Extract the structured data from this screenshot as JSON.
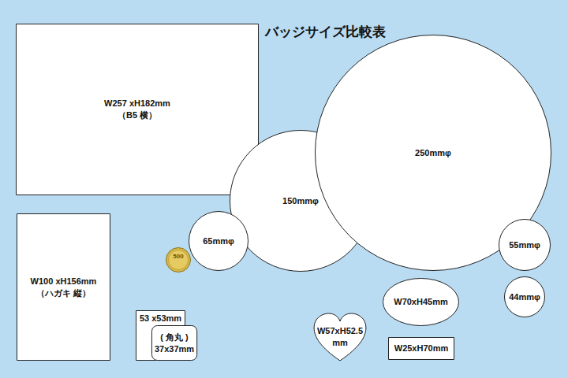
{
  "diagram": {
    "title": "バッジサイズ比較表",
    "nodes": [
      {
        "text": [
          "W257 xH182mm",
          "（B5 横）"
        ]
      },
      {
        "text": [
          "250mmφ"
        ]
      },
      {
        "text": [
          "150mmφ"
        ]
      },
      {
        "text": [
          "65mmφ"
        ]
      },
      {
        "text": [
          "55mmφ"
        ]
      },
      {
        "text": [
          "W100 xH156mm",
          "（ハガキ 縦）"
        ]
      },
      {
        "text": [
          "W70xH45mm"
        ]
      },
      {
        "text": [
          "44mmφ"
        ]
      },
      {
        "text": [
          "53 x53mm"
        ]
      },
      {
        "text": [
          "( 角丸 )",
          "37x37mm"
        ]
      },
      {
        "text": [
          "W57xH52.5 mm"
        ]
      },
      {
        "text": [
          "W25xH70mm"
        ]
      }
    ],
    "labels": [
      "500"
    ]
  }
}
